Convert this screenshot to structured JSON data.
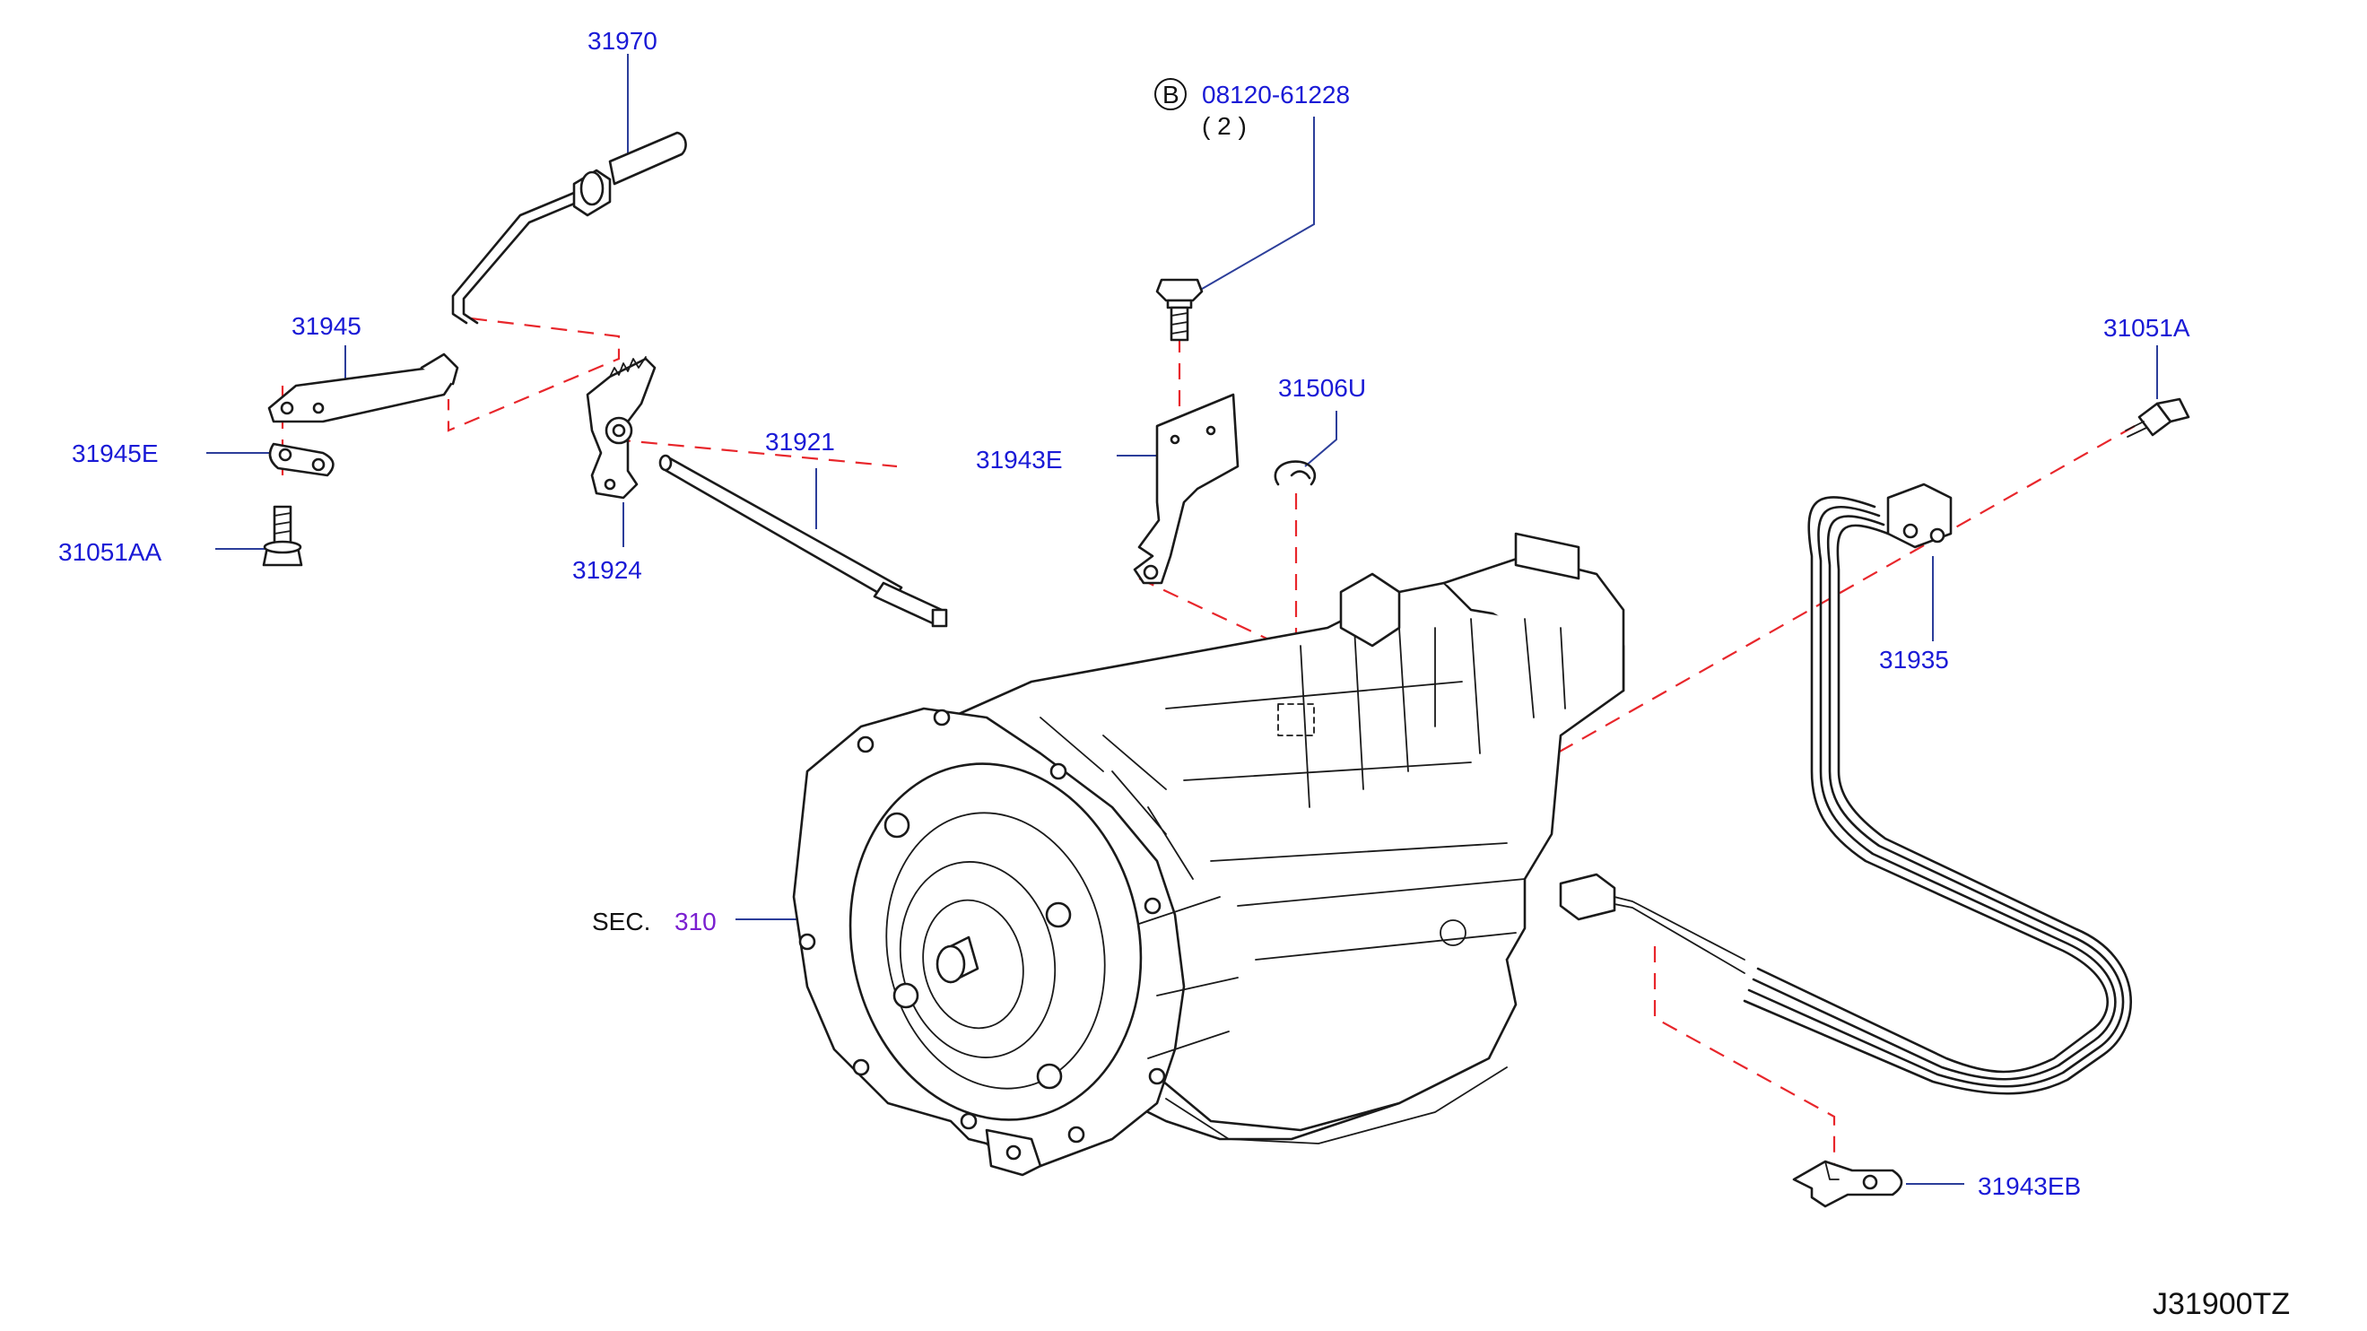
{
  "diagram_code": "J31900TZ",
  "section_ref": {
    "prefix": "SEC.",
    "number": "310"
  },
  "bolt_ref": {
    "badge": "B",
    "part_number": "08120-61228",
    "quantity": "( 2 )"
  },
  "parts": {
    "p31970": "31970",
    "p31945": "31945",
    "p31945e": "31945E",
    "p31051aa": "31051AA",
    "p31924": "31924",
    "p31921": "31921",
    "p31943e": "31943E",
    "p31506u": "31506U",
    "p31051a": "31051A",
    "p31935": "31935",
    "p31943eb": "31943EB"
  },
  "colors": {
    "part_label": "#1a1ad6",
    "section_number": "#7a1fd0",
    "leader_line": "#2c3e9a",
    "assembly_dash": "#e8262b",
    "line_art": "#1a1a1a"
  }
}
